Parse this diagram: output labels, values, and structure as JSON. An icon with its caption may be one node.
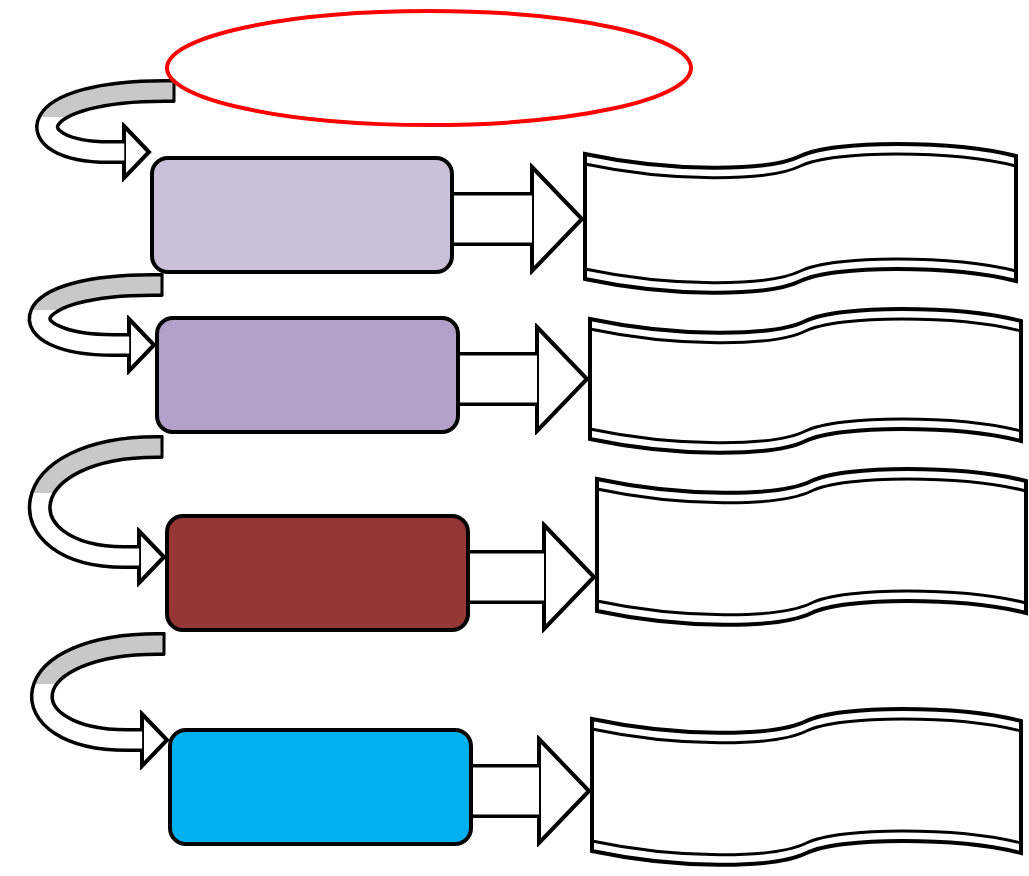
{
  "diagram": {
    "nodes": [
      {
        "text": [],
        "shape": "ellipse"
      },
      {
        "text": [],
        "shape": "box"
      },
      {
        "text": [],
        "shape": "box"
      },
      {
        "text": [],
        "shape": "box"
      },
      {
        "text": [],
        "shape": "box"
      },
      {
        "text": [],
        "shape": "banner"
      },
      {
        "text": [],
        "shape": "banner"
      },
      {
        "text": [],
        "shape": "banner"
      },
      {
        "text": [],
        "shape": "banner"
      }
    ],
    "edges": [
      {
        "from": 0,
        "to": 1,
        "arrow": "to"
      },
      {
        "from": 1,
        "to": 5,
        "arrow": "to"
      },
      {
        "from": null,
        "to": 2,
        "arrow": "to"
      },
      {
        "from": 2,
        "to": 6,
        "arrow": "to"
      },
      {
        "from": null,
        "to": 3,
        "arrow": "to"
      },
      {
        "from": 3,
        "to": 7,
        "arrow": "to"
      },
      {
        "from": null,
        "to": 4,
        "arrow": "to"
      },
      {
        "from": 4,
        "to": 8,
        "arrow": "to"
      }
    ]
  }
}
